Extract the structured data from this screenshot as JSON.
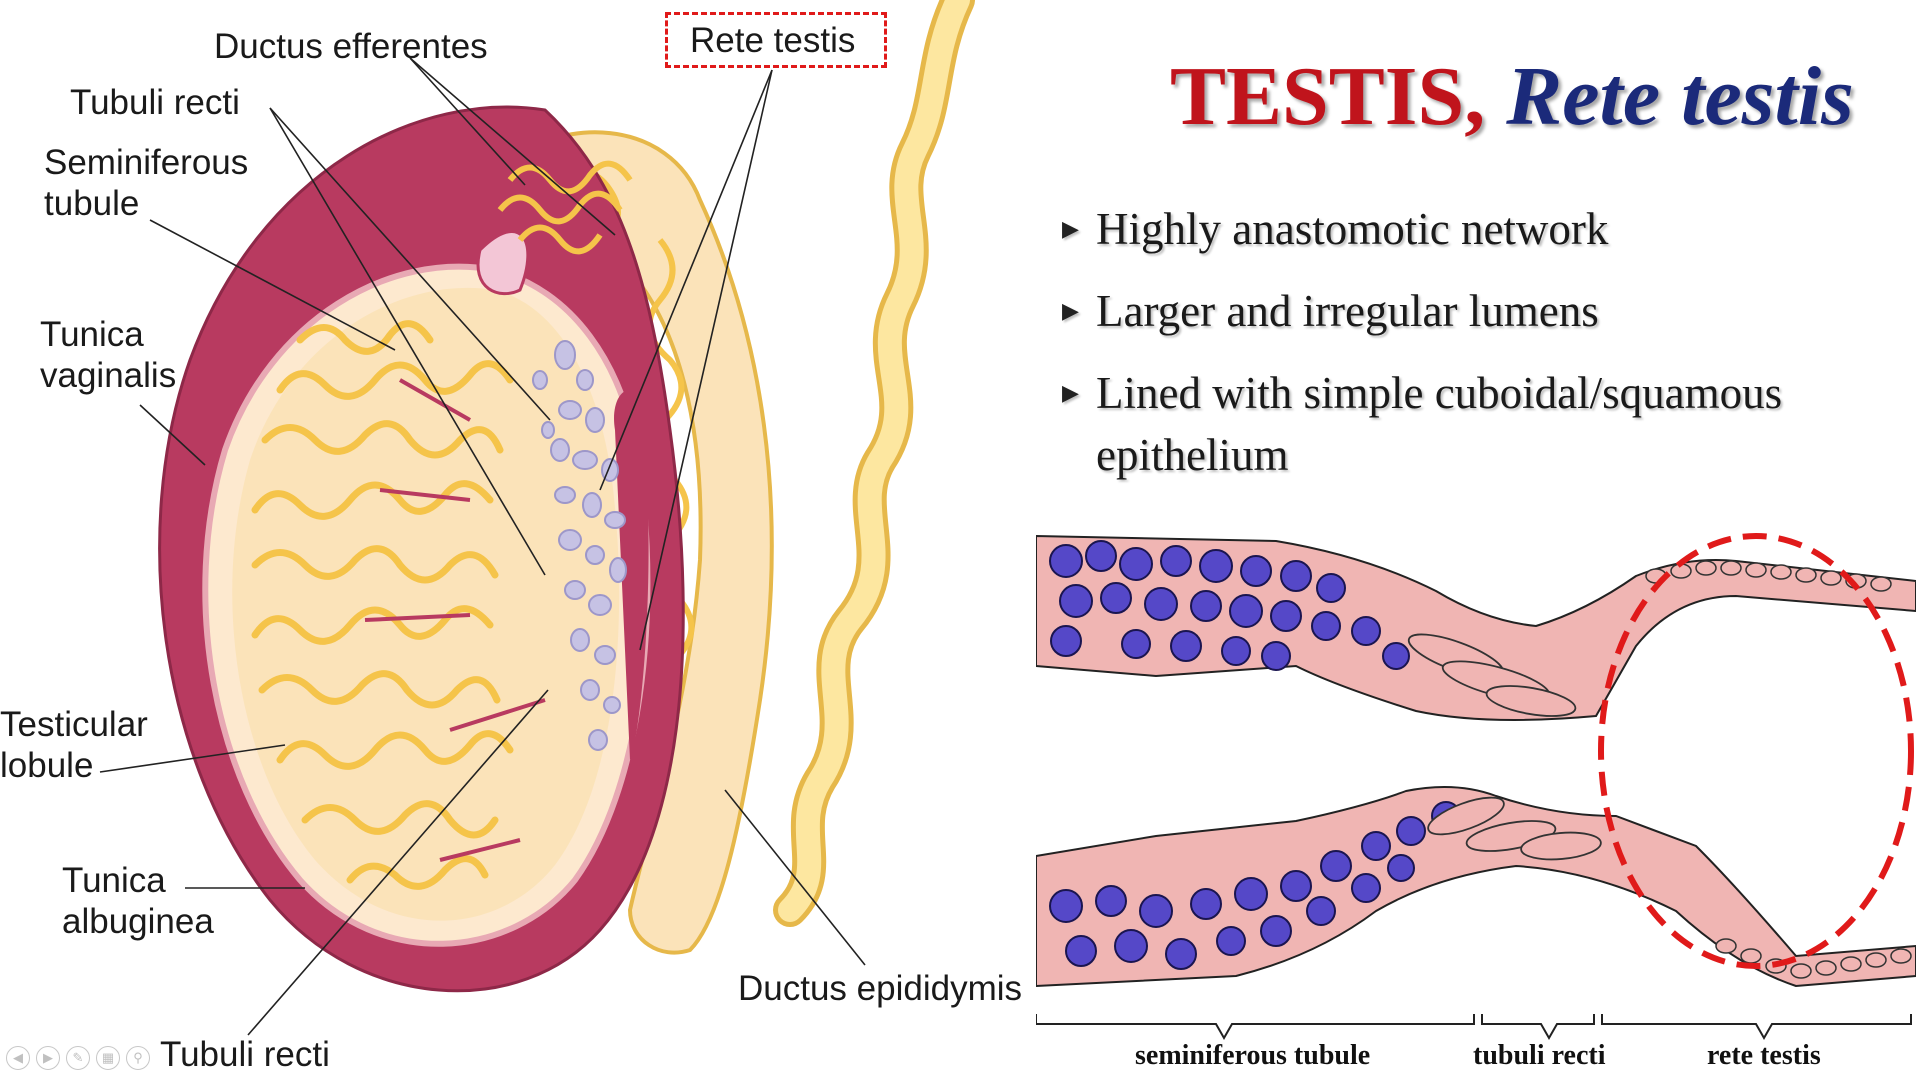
{
  "slide": {
    "title_main": "TESTIS,",
    "title_sub": "Rete testis",
    "bullets": [
      "Highly anastomotic network",
      "Larger and irregular lumens",
      "Lined with simple cuboidal/squamous epithelium"
    ]
  },
  "diagram_labels": {
    "ductus_efferentes": "Ductus efferentes",
    "rete_testis": "Rete testis",
    "tubuli_recti_top": "Tubuli recti",
    "seminiferous_tubule": "Seminiferous\ntubule",
    "tunica_vaginalis": "Tunica\nvaginalis",
    "testicular_lobule": "Testicular\nlobule",
    "tunica_albuginea": "Tunica\nalbuginea",
    "tubuli_recti_bottom": "Tubuli recti",
    "ductus_epididymis": "Ductus epididymis"
  },
  "histology_labels": {
    "seminiferous_tubule": "seminiferous tubule",
    "tubuli_recti": "tubuli recti",
    "rete_testis": "rete testis"
  },
  "colors": {
    "title_red": "#c0141c",
    "title_blue": "#1b2a7a",
    "capsule": "#b83a60",
    "lobule_fill": "#fbe3b9",
    "tubule_yellow": "#fbd66a",
    "rete_lavender": "#c6c2e4",
    "cell_blue": "#5548c8",
    "cell_pink": "#f0b5b3",
    "highlight_red": "#e01a1a"
  },
  "nav_icons": [
    "prev-icon",
    "next-icon",
    "pen-icon",
    "slides-icon",
    "zoom-icon"
  ]
}
